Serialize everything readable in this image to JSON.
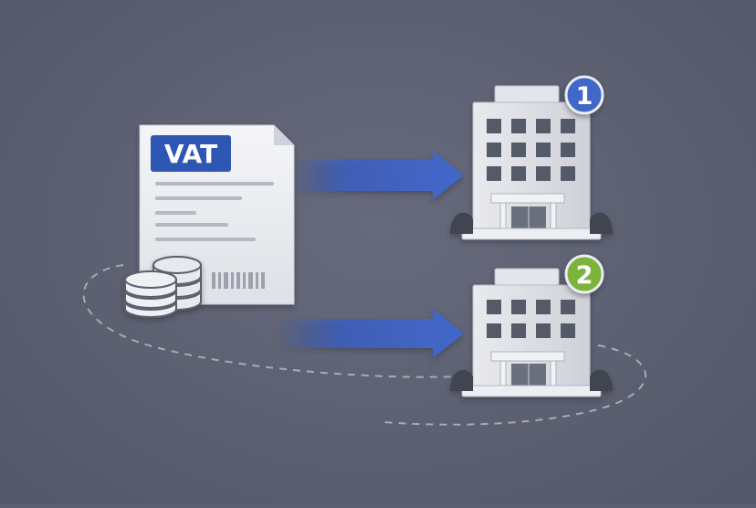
{
  "document": {
    "label": "VAT",
    "icon": "vat-document-icon"
  },
  "coins": {
    "icon": "coin-stack-icon"
  },
  "recipients": [
    {
      "badge": "1",
      "badge_color": "#3f67c9",
      "icon": "office-building-icon"
    },
    {
      "badge": "2",
      "badge_color": "#7bb33a",
      "icon": "office-building-icon"
    }
  ],
  "colors": {
    "background": "#5b5f70",
    "arrow": "#3d5fbf",
    "vat_label_bg": "#2f56b3"
  }
}
